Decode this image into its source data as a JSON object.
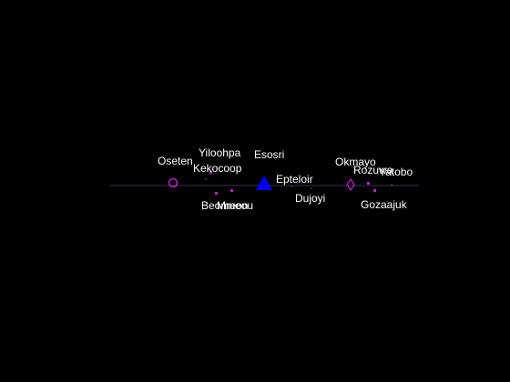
{
  "colors": {
    "background": "#000000",
    "road": "#2a2a48",
    "label": "#ffffff",
    "magenta": "#c020c8",
    "blue": "#0000ff"
  },
  "places": [
    {
      "id": "oseten",
      "name": "Oseten",
      "symbol": "open-circle"
    },
    {
      "id": "yiloohpa",
      "name": "Yiloohpa",
      "symbol": "square"
    },
    {
      "id": "kekocoop",
      "name": "Kekocoop",
      "symbol": "dot"
    },
    {
      "id": "beomeon",
      "name": "Beomeon",
      "symbol": "square"
    },
    {
      "id": "mmeou",
      "name": "Mmeou",
      "symbol": "square"
    },
    {
      "id": "esosri",
      "name": "Esosri",
      "symbol": "triangle"
    },
    {
      "id": "epteloir",
      "name": "Epteloir",
      "symbol": "dot"
    },
    {
      "id": "dujoyi",
      "name": "Dujoyi",
      "symbol": "dot"
    },
    {
      "id": "okmayo",
      "name": "Okmayo",
      "symbol": "diamond"
    },
    {
      "id": "rozuwa",
      "name": "Rozuwa",
      "symbol": "square"
    },
    {
      "id": "yatobo",
      "name": "Yatobo",
      "symbol": "dot"
    },
    {
      "id": "gozaajuk",
      "name": "Gozaajuk",
      "symbol": "square"
    }
  ]
}
